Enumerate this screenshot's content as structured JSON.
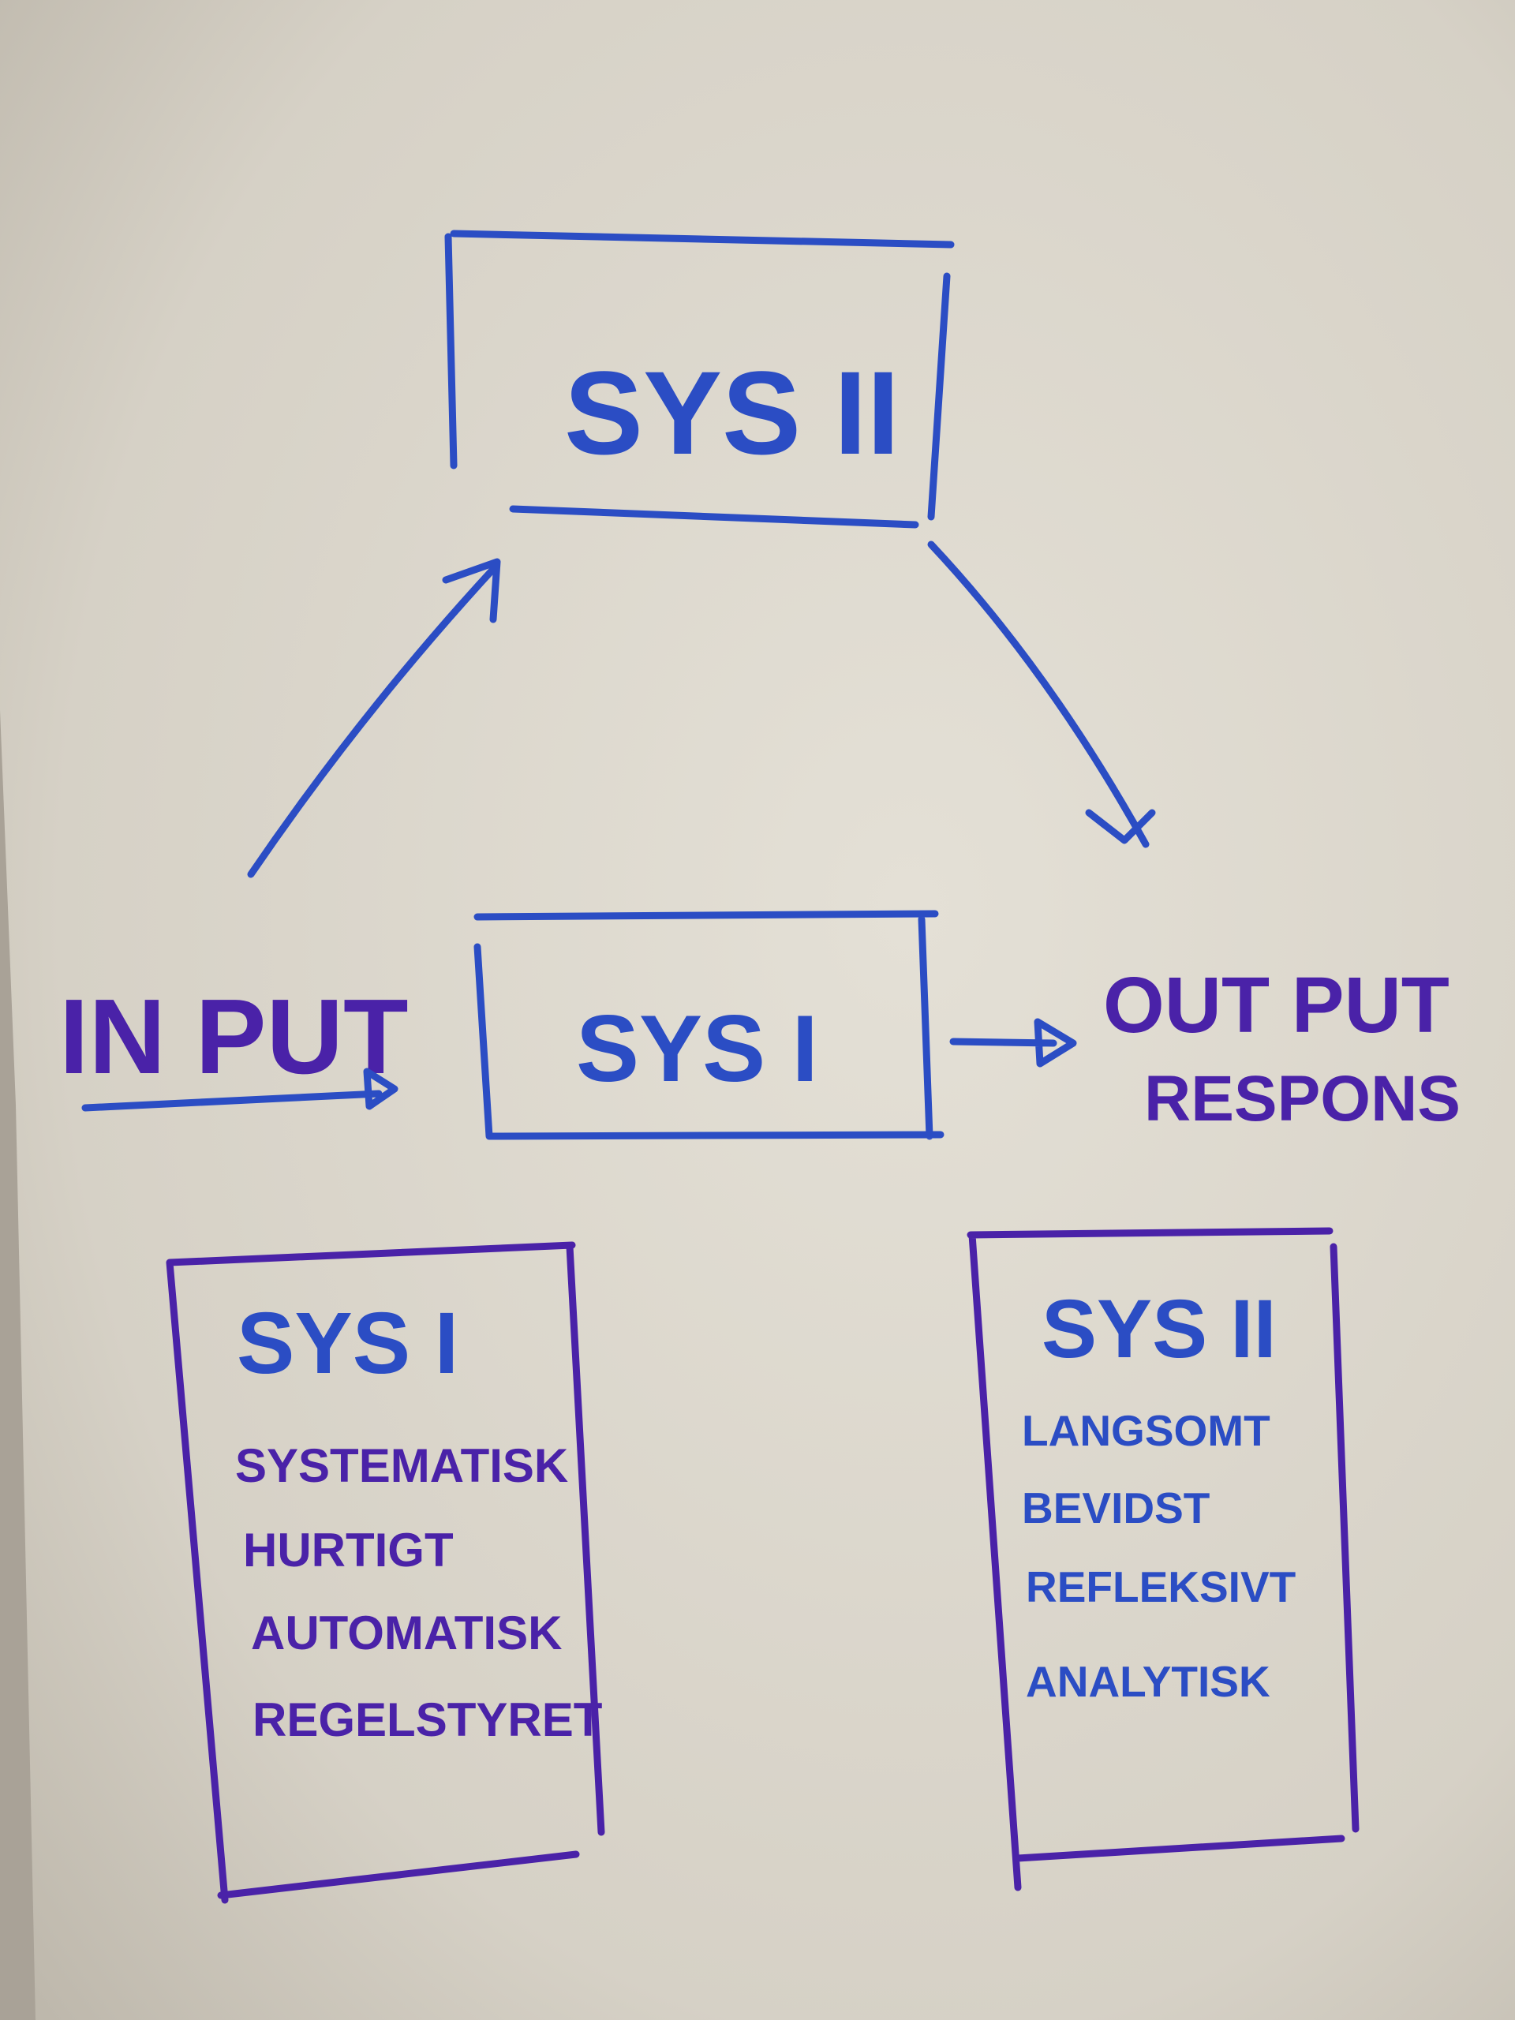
{
  "diagram": {
    "top_box": {
      "label": "SYS II"
    },
    "center_box": {
      "label": "SYS I"
    },
    "input_label": "IN PUT",
    "output_label": {
      "line1": "OUT PUT",
      "line2": "RESPONS"
    },
    "left_card": {
      "title": "SYS I",
      "items": [
        "SYSTEMATISK",
        "HURTIGT",
        "AUTOMATISK",
        "REGELSTYRET"
      ]
    },
    "right_card": {
      "title": "SYS II",
      "items": [
        "LANGSOMT",
        "BEVIDST",
        "REFLEKSIVT",
        "ANALYTISK"
      ]
    },
    "colors": {
      "blue_marker": "#2b4dc4",
      "purple_marker": "#4a22a8",
      "paper": "#dcd7cc"
    }
  }
}
